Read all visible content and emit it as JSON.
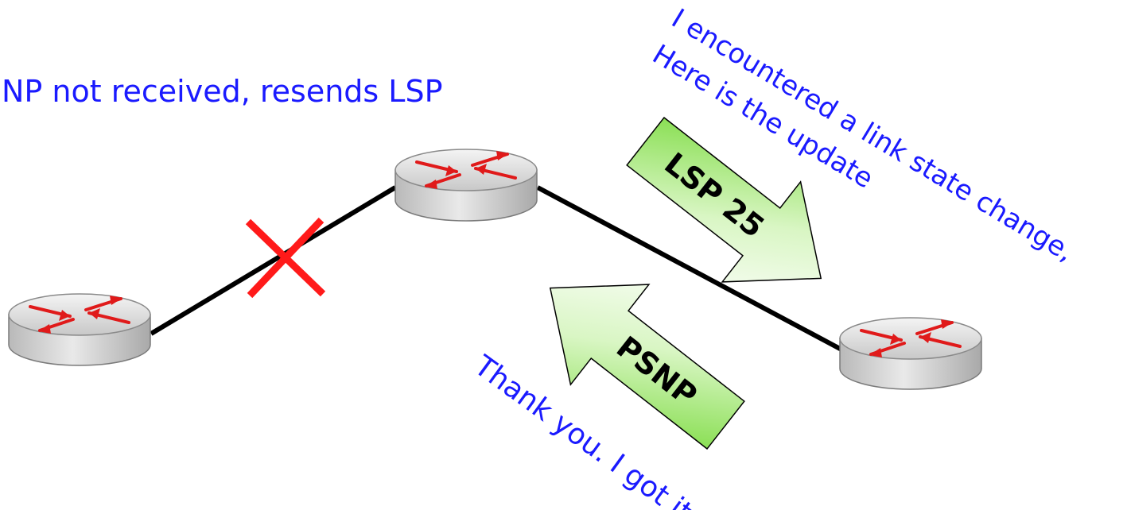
{
  "labels": {
    "resend_note": "NP not received, resends LSP",
    "update_line1": "I encountered a link state change,",
    "update_line2": "Here is the update",
    "ack_note": "Thank you. I got it"
  },
  "arrows": {
    "lsp_label": "LSP 25",
    "psnp_label": "PSNP"
  },
  "colors": {
    "text": "#1a1aff",
    "link": "#000000",
    "failure": "#ff1a1a",
    "arrow_green": "#7fe03a",
    "router_symbol": "#e01a1a"
  },
  "icons": {
    "router": "router-icon",
    "link_failure": "failure-x-icon",
    "packet_arrow": "packet-arrow-icon"
  }
}
